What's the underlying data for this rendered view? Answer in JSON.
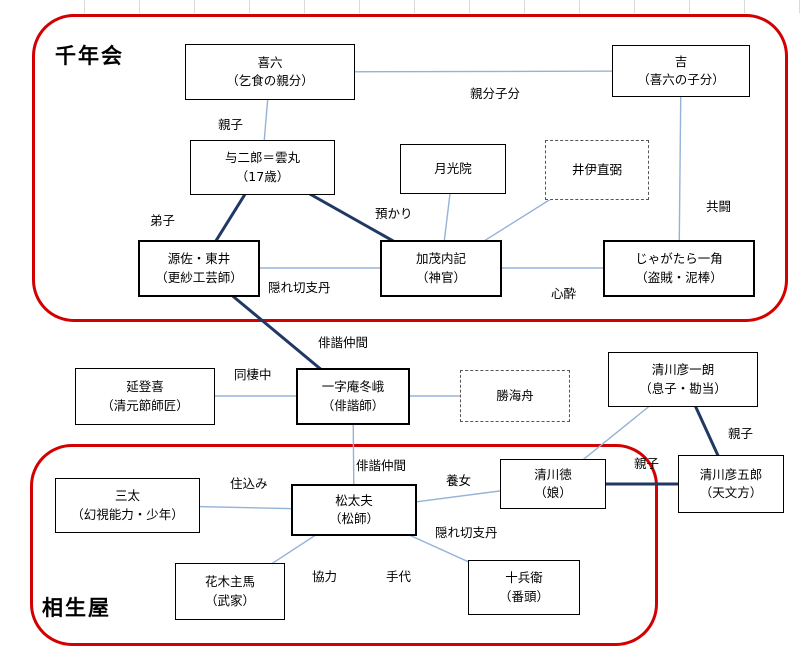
{
  "groups": {
    "sennenkai": {
      "label": "千年会"
    },
    "aioiya": {
      "label": "相生屋"
    }
  },
  "nodes": {
    "kiroku": {
      "l1": "喜六",
      "l2": "（乞食の親分）"
    },
    "kichi": {
      "l1": "吉",
      "l2": "（喜六の子分）"
    },
    "yojiro": {
      "l1": "与二郎＝雲丸",
      "l2": "（17歳）"
    },
    "gekkoin": {
      "l1": "月光院"
    },
    "ii_naosuke": {
      "l1": "井伊直弼"
    },
    "genza": {
      "l1": "源佐・東井",
      "l2": "（更紗工芸師）"
    },
    "kamo": {
      "l1": "加茂内記",
      "l2": "（神官）"
    },
    "jagatara": {
      "l1": "じゃがたら一角",
      "l2": "（盗賊・泥棒）"
    },
    "nobutoki": {
      "l1": "延登喜",
      "l2": "（清元節師匠）"
    },
    "toga": {
      "l1": "一字庵冬峨",
      "l2": "（俳諧師）"
    },
    "katsu": {
      "l1": "勝海舟"
    },
    "hikoichiro": {
      "l1": "清川彦一朗",
      "l2": "（息子・勘当）"
    },
    "hikogoro": {
      "l1": "清川彦五郎",
      "l2": "（天文方）"
    },
    "santa": {
      "l1": "三太",
      "l2": "（幻視能力・少年）"
    },
    "matsudayu": {
      "l1": "松太夫",
      "l2": "（松師）"
    },
    "toku": {
      "l1": "清川徳",
      "l2": "（娘）"
    },
    "hanaki": {
      "l1": "花木主馬",
      "l2": "（武家）"
    },
    "jubei": {
      "l1": "十兵衛",
      "l2": "（番頭）"
    }
  },
  "edge_labels": {
    "oyabun_kobun": "親分子分",
    "oyako_top": "親子",
    "deshi": "弟子",
    "azukari": "預かり",
    "kyoto": "共闘",
    "kakure_1": "隠れ切支丹",
    "shinsui": "心酔",
    "haikai_1": "俳諧仲間",
    "dosei": "同棲中",
    "haikai_2": "俳諧仲間",
    "oyako_right": "親子",
    "oyako_toku": "親子",
    "yojo": "養女",
    "sumikomi": "住込み",
    "kakure_2": "隠れ切支丹",
    "kyoryoku": "協力",
    "tedai": "手代"
  },
  "colors": {
    "group_border": "#d20000",
    "line_thin": "#95b3d7",
    "line_thick": "#1f3864",
    "box_border": "#000000",
    "tick": "#d9d9d9"
  }
}
